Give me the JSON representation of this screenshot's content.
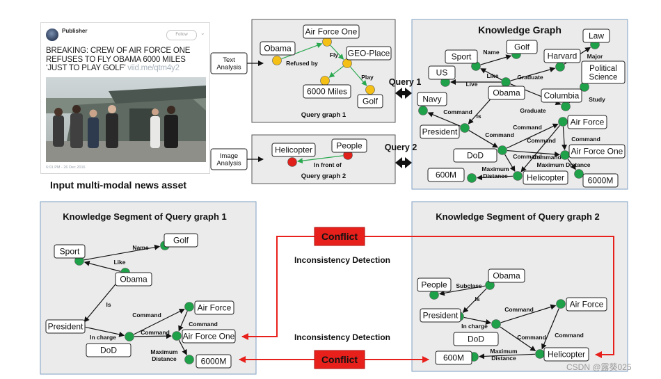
{
  "news_asset": {
    "publisher": "Publisher",
    "follow_label": "Follow",
    "headline": "BREAKING: CREW OF AIR FORCE ONE REFUSES TO FLY OBAMA 6000 MILES ‘JUST TO PLAY GOLF’",
    "link": "viid.me/qtm4y2",
    "timestamp": "6:01 PM - 26 Dec 2016",
    "caption": "Input multi-modal news asset"
  },
  "analysis": {
    "text_label": [
      "Text",
      "Analysis"
    ],
    "image_label": [
      "Image",
      "Analysis"
    ]
  },
  "query_labels": {
    "q1": "Query 1",
    "q2": "Query 2"
  },
  "query_graph_1": {
    "title": "Query graph 1",
    "nodes": [
      {
        "id": "obama",
        "label": "Obama"
      },
      {
        "id": "af1",
        "label": "Air Force One"
      },
      {
        "id": "geo",
        "label": "GEO-Place"
      },
      {
        "id": "miles",
        "label": "6000 Miles"
      },
      {
        "id": "golf",
        "label": "Golf"
      }
    ],
    "edges": [
      {
        "from": "obama",
        "to": "af1",
        "label": "Refused by"
      },
      {
        "from": "af1",
        "to": "geo",
        "label": "Fly"
      },
      {
        "from": "geo",
        "to": "miles",
        "label": ""
      },
      {
        "from": "geo",
        "to": "golf",
        "label": "Play"
      }
    ]
  },
  "query_graph_2": {
    "title": "Query graph 2",
    "nodes": [
      {
        "id": "heli",
        "label": "Helicopter"
      },
      {
        "id": "people",
        "label": "People"
      }
    ],
    "edges": [
      {
        "from": "people",
        "to": "heli",
        "label": "In front of"
      }
    ]
  },
  "knowledge_graph": {
    "title": "Knowledge Graph",
    "nodes": [
      {
        "id": "law",
        "label": "Law"
      },
      {
        "id": "golf",
        "label": "Golf"
      },
      {
        "id": "sport",
        "label": "Sport"
      },
      {
        "id": "harvard",
        "label": "Harvard"
      },
      {
        "id": "polsci",
        "label": "Political Science"
      },
      {
        "id": "us",
        "label": "US"
      },
      {
        "id": "obama",
        "label": "Obama"
      },
      {
        "id": "columbia",
        "label": "Columbia"
      },
      {
        "id": "navy",
        "label": "Navy"
      },
      {
        "id": "president",
        "label": "President"
      },
      {
        "id": "airforce",
        "label": "Air Force"
      },
      {
        "id": "dod",
        "label": "DoD"
      },
      {
        "id": "af1",
        "label": "Air Force One"
      },
      {
        "id": "600m",
        "label": "600M"
      },
      {
        "id": "heli",
        "label": "Helicopter"
      },
      {
        "id": "6000m",
        "label": "6000M"
      }
    ],
    "edges": [
      {
        "from": "sport",
        "to": "golf",
        "label": "Name"
      },
      {
        "from": "obama",
        "to": "sport",
        "label": "Like"
      },
      {
        "from": "obama",
        "to": "us",
        "label": "Live"
      },
      {
        "from": "obama",
        "to": "harvard",
        "label": "Graduate"
      },
      {
        "from": "harvard",
        "to": "law",
        "label": "Major"
      },
      {
        "from": "columbia",
        "to": "polsci",
        "label": "Study"
      },
      {
        "from": "obama",
        "to": "columbia",
        "label": "Graduate"
      },
      {
        "from": "president",
        "to": "navy",
        "label": "Command"
      },
      {
        "from": "obama",
        "to": "president",
        "label": "Is"
      },
      {
        "from": "president",
        "to": "dod",
        "label": "Command"
      },
      {
        "from": "dod",
        "to": "airforce",
        "label": "Command"
      },
      {
        "from": "dod",
        "to": "af1",
        "label": "Command"
      },
      {
        "from": "airforce",
        "to": "af1",
        "label": "Command"
      },
      {
        "from": "dod",
        "to": "heli",
        "label": "Command"
      },
      {
        "from": "airforce",
        "to": "heli",
        "label": "Command"
      },
      {
        "from": "heli",
        "to": "600m",
        "label": "Maximum Distance"
      },
      {
        "from": "af1",
        "to": "6000m",
        "label": "Maximum Distance"
      }
    ]
  },
  "segment_1": {
    "title": "Knowledge Segment of Query graph 1",
    "nodes": [
      {
        "id": "golf",
        "label": "Golf"
      },
      {
        "id": "sport",
        "label": "Sport"
      },
      {
        "id": "obama",
        "label": "Obama"
      },
      {
        "id": "airforce",
        "label": "Air Force"
      },
      {
        "id": "president",
        "label": "President"
      },
      {
        "id": "af1",
        "label": "Air Force One"
      },
      {
        "id": "dod",
        "label": "DoD"
      },
      {
        "id": "6000m",
        "label": "6000M"
      }
    ],
    "edges": [
      {
        "from": "sport",
        "to": "golf",
        "label": "Name"
      },
      {
        "from": "obama",
        "to": "sport",
        "label": "Like"
      },
      {
        "from": "obama",
        "to": "president",
        "label": "Is"
      },
      {
        "from": "president",
        "to": "dod",
        "label": "In charge"
      },
      {
        "from": "dod",
        "to": "airforce",
        "label": "Command"
      },
      {
        "from": "airforce",
        "to": "af1",
        "label": "Command"
      },
      {
        "from": "dod",
        "to": "af1",
        "label": "Command"
      },
      {
        "from": "af1",
        "to": "6000m",
        "label": "Maximum Distance"
      }
    ]
  },
  "segment_2": {
    "title": "Knowledge Segment of Query graph 2",
    "nodes": [
      {
        "id": "obama",
        "label": "Obama"
      },
      {
        "id": "people",
        "label": "People"
      },
      {
        "id": "airforce",
        "label": "Air Force"
      },
      {
        "id": "president",
        "label": "President"
      },
      {
        "id": "dod",
        "label": "DoD"
      },
      {
        "id": "600m",
        "label": "600M"
      },
      {
        "id": "heli",
        "label": "Helicopter"
      }
    ],
    "edges": [
      {
        "from": "obama",
        "to": "people",
        "label": "Subclass"
      },
      {
        "from": "obama",
        "to": "president",
        "label": "Is"
      },
      {
        "from": "president",
        "to": "dod",
        "label": "In charge"
      },
      {
        "from": "dod",
        "to": "airforce",
        "label": "Command"
      },
      {
        "from": "dod",
        "to": "heli",
        "label": "Command"
      },
      {
        "from": "airforce",
        "to": "heli",
        "label": "Command"
      },
      {
        "from": "heli",
        "to": "600m",
        "label": "Maximum Distance"
      }
    ]
  },
  "conflicts": [
    {
      "label": "Conflict",
      "detection": "Inconsistency Detection"
    },
    {
      "label": "Conflict",
      "detection": "Inconsistency Detection"
    }
  ],
  "colors": {
    "panel_fill": "#ebebeb",
    "panel_stroke_blue": "#7f9fc4",
    "node_green": "#1fa14a",
    "node_yellow": "#f5c016",
    "node_red": "#e0201a",
    "edge_green": "#2aa84f",
    "conflict_red": "#e8201c"
  },
  "watermark": "CSDN @露葵025"
}
